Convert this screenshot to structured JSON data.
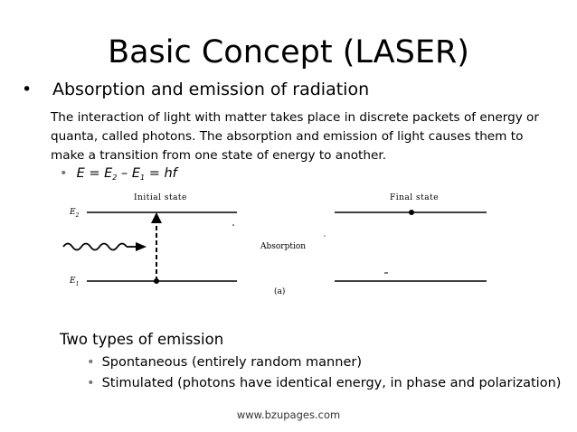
{
  "slide": {
    "title": "Basic Concept (LASER)",
    "bullet": "Absorption and emission of radiation",
    "paragraph": "The interaction of light with matter takes place in discrete packets of energy or quanta, called photons. The absorption and emission of light causes them to make a transition from one state of energy to another.",
    "equation": {
      "e": "E = E",
      "sub2": "2",
      "minus": " – E",
      "sub1": "1",
      "rhs": " = hf"
    },
    "figure": {
      "initial_state": "Initial state",
      "final_state": "Final state",
      "e2": "E",
      "e2_sub": "2",
      "e1": "E",
      "e1_sub": "1",
      "process": "Absorption",
      "panel": "(a)"
    },
    "types_heading": "Two types of emission",
    "types": [
      "Spontaneous (entirely random manner)",
      "Stimulated (photons have identical energy, in phase and polarization)"
    ],
    "footer": "www.bzupages.com"
  }
}
